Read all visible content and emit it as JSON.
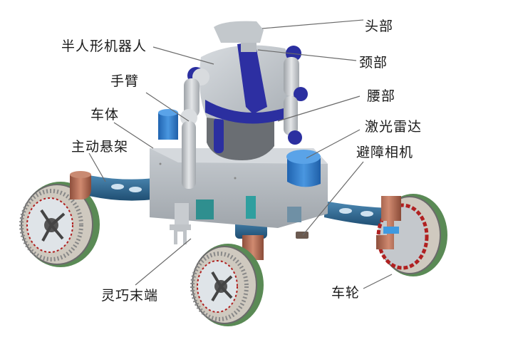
{
  "diagram": {
    "type": "labeled-illustration",
    "subject": "humanoid robot mounted on four-wheeled rover",
    "colors": {
      "body_gray": "#c9ced3",
      "robot_blue": "#2b2fa0",
      "sensor_blue": "#2f7fd0",
      "suspension_blue": "#2f6fa0",
      "copper": "#b0705a",
      "wheel_green": "#4f8f4f",
      "wheel_red": "#b02020",
      "leader_line": "#666666"
    },
    "labels": [
      {
        "id": "head",
        "text": "头部"
      },
      {
        "id": "humanoid",
        "text": "半人形机器人"
      },
      {
        "id": "neck",
        "text": "颈部"
      },
      {
        "id": "arm",
        "text": "手臂"
      },
      {
        "id": "waist",
        "text": "腰部"
      },
      {
        "id": "body",
        "text": "车体"
      },
      {
        "id": "lidar",
        "text": "激光雷达"
      },
      {
        "id": "suspension",
        "text": "主动悬架"
      },
      {
        "id": "camera",
        "text": "避障相机"
      },
      {
        "id": "end_effector",
        "text": "灵巧末端"
      },
      {
        "id": "wheel",
        "text": "车轮"
      }
    ]
  }
}
